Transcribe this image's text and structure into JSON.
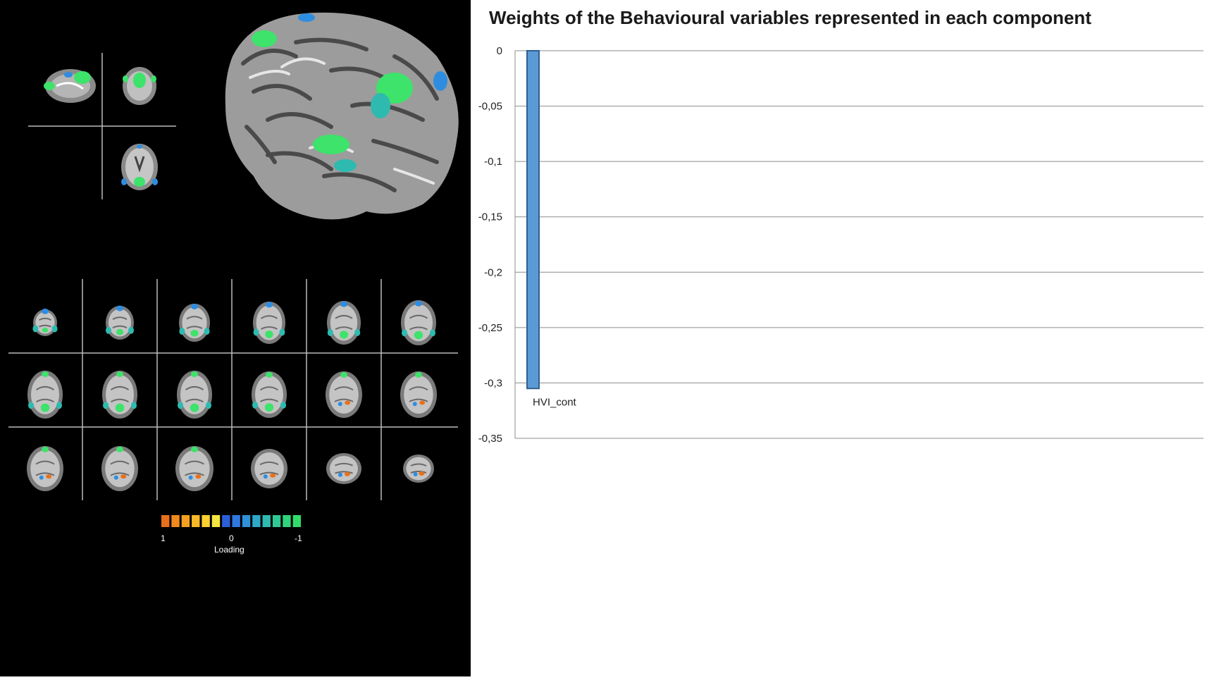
{
  "chart_data": {
    "type": "bar",
    "title": "Weights of the Behavioural variables represented in each component",
    "categories": [
      "HVI_cont"
    ],
    "values": [
      -0.305
    ],
    "yticks": [
      "0",
      "-0,05",
      "-0,1",
      "-0,15",
      "-0,2",
      "-0,25",
      "-0,3",
      "-0,35"
    ],
    "ylim": [
      -0.35,
      0
    ],
    "grid": true,
    "bar_color": "#5b9bd5",
    "bar_edge_color": "#2f5f8f"
  },
  "brain_figure": {
    "colorbar": {
      "labels": {
        "max": "1",
        "mid": "0",
        "min": "-1"
      },
      "title": "Loading",
      "colors": [
        "#e8701a",
        "#f08a1c",
        "#f5a020",
        "#f8b828",
        "#fcd030",
        "#f4e640",
        "#2a5fd8",
        "#2f78e0",
        "#2f92d8",
        "#2fa8c8",
        "#2fbab0",
        "#30c894",
        "#30d47c",
        "#32dc6c"
      ]
    }
  }
}
